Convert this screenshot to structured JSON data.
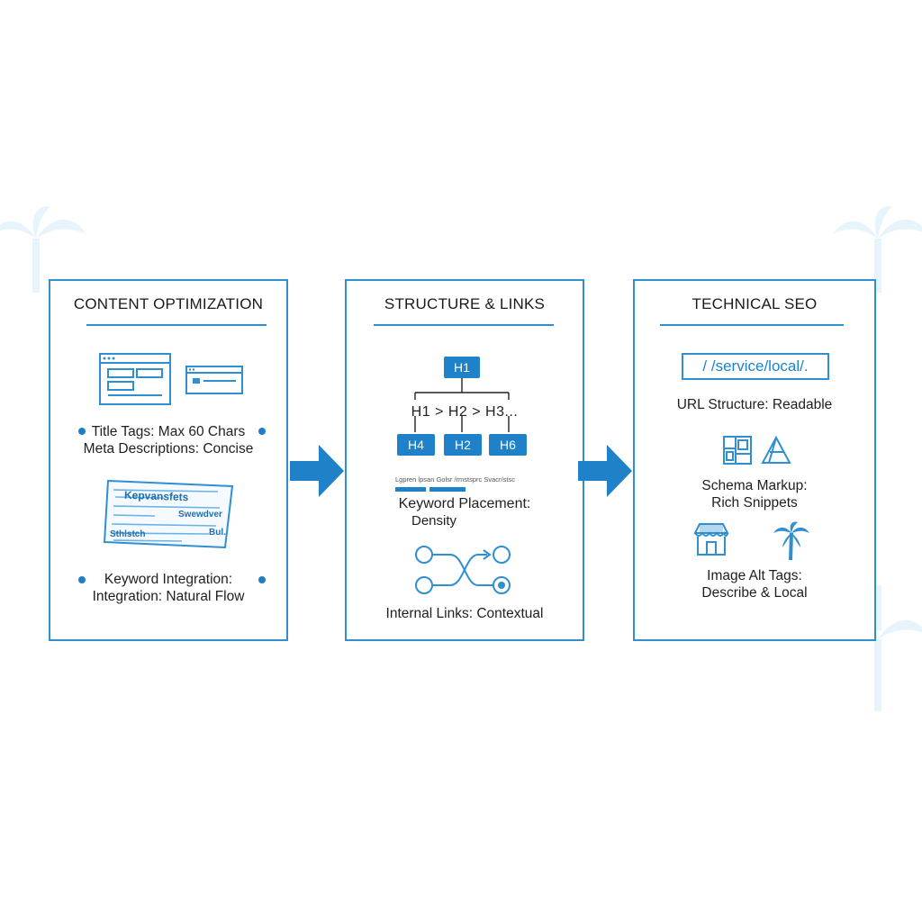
{
  "panels": {
    "content": {
      "title": "CONTENT OPTIMIZATION",
      "line1": "Title Tags: Max 60 Chars",
      "line2": "Meta Descriptions: Concise",
      "doc_word1": "Kepvansfets",
      "doc_word2": "Swewdver",
      "doc_word3": "Sthlstch",
      "doc_word4": "Bul.",
      "line3": "Keyword Integration:",
      "line4": "Integration: Natural Flow"
    },
    "structure": {
      "title": "STRUCTURE & LINKS",
      "h1": "H1",
      "hierarchy": "H1 > H2 > H3...",
      "h4": "H4",
      "h2": "H2",
      "h6": "H6",
      "tiny_text": "Lgpren lpsan Golsr /rmstsprc Svacr/stsc",
      "line1": "Keyword Placement:",
      "line2": "Density",
      "links_label": "Internal Links: Contextual"
    },
    "technical": {
      "title": "TECHNICAL SEO",
      "url": "/  /service/local/.",
      "line1": "URL Structure: Readable",
      "line2": "Schema Markup:",
      "line3": "Rich Snippets",
      "line4": "Image Alt Tags:",
      "line5": "Describe & Local"
    }
  },
  "colors": {
    "accent": "#2f8fd0",
    "accent_dark": "#1f82c8",
    "text": "#1c1c1c"
  },
  "icons": [
    "browser-window-icon",
    "small-browser-icon",
    "document-scribble-icon",
    "node-links-icon",
    "schema-grid-icon",
    "triangle-icon",
    "storefront-icon",
    "palm-tree-icon",
    "arrow-right-icon"
  ]
}
